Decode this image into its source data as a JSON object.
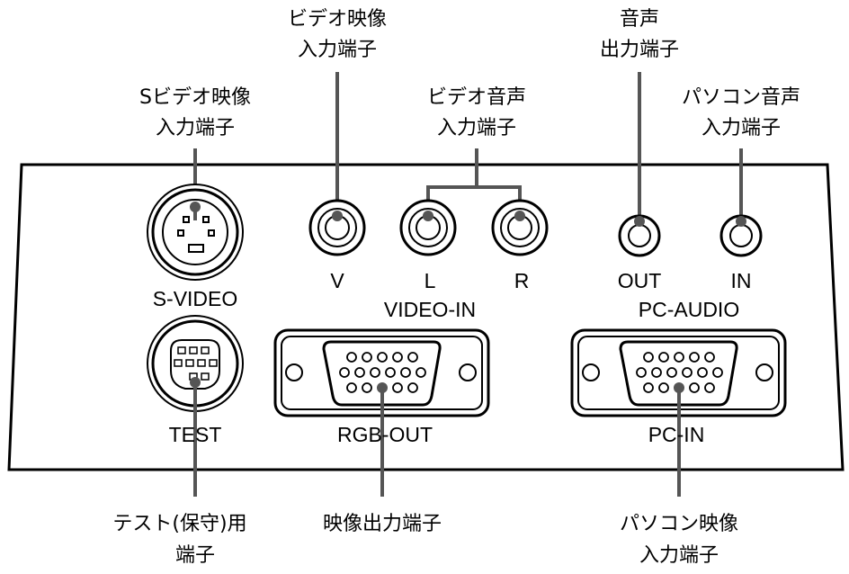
{
  "callouts": {
    "s_video_in": [
      "Sビデオ映像",
      "入力端子"
    ],
    "video_in": [
      "ビデオ映像",
      "入力端子"
    ],
    "audio_in": [
      "ビデオ音声",
      "入力端子"
    ],
    "audio_out": [
      "音声",
      "出力端子"
    ],
    "pc_audio_in": [
      "パソコン音声",
      "入力端子"
    ],
    "test": [
      "テスト(保守)用",
      "端子"
    ],
    "rgb_out": [
      "映像出力端子"
    ],
    "pc_in": [
      "パソコン映像",
      "入力端子"
    ]
  },
  "panel_labels": {
    "s_video": "S-VIDEO",
    "test": "TEST",
    "v": "V",
    "l": "L",
    "r": "R",
    "video_in": "VIDEO-IN",
    "out": "OUT",
    "in": "IN",
    "pc_audio": "PC-AUDIO",
    "rgb_out": "RGB-OUT",
    "pc_in": "PC-IN"
  }
}
